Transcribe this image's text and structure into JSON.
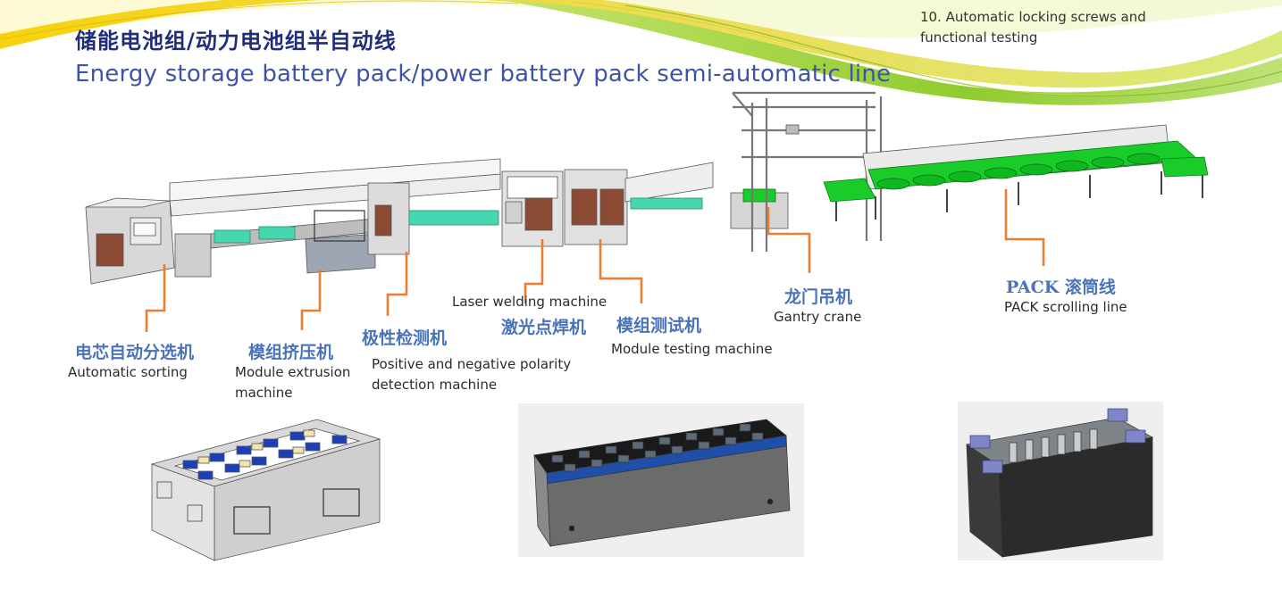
{
  "header": {
    "title_cn": "储能电池组/动力电池组半自动线",
    "title_en": "Energy storage battery pack/power battery pack semi-automatic line"
  },
  "step_note": "10. Automatic locking screws and functional testing",
  "stations": [
    {
      "cn": "电芯自动分选机",
      "en": "Automatic sorting"
    },
    {
      "cn": "模组挤压机",
      "en": "Module extrusion machine"
    },
    {
      "cn": "极性检测机",
      "en": "Positive and negative polarity detection machine"
    },
    {
      "cn": "激光点焊机",
      "en": "Laser welding machine"
    },
    {
      "cn": "模组测试机",
      "en": "Module testing machine"
    },
    {
      "cn": "龙门吊机",
      "en": "Gantry crane"
    },
    {
      "cn": "PACK 滚筒线",
      "en": "PACK scrolling line"
    }
  ],
  "colors": {
    "title": "#1f2d7a",
    "subtitle": "#3f53a6",
    "label_cn": "#4a73b8",
    "leader": "#ee7d31",
    "wave_yellow": "#f2d21a",
    "wave_green": "#9fd23c",
    "machine_green": "#19cc2a",
    "cabinet_brown": "#8b4a33",
    "cell_blue": "#1b3fb8"
  }
}
